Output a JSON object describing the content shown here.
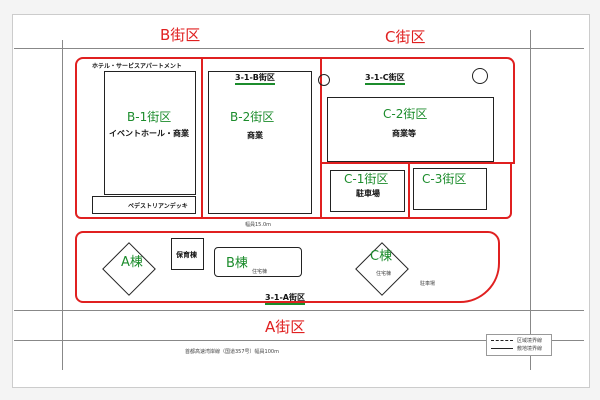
{
  "district_labels": {
    "b": "B街区",
    "c": "C街区",
    "a": "A街区"
  },
  "sub_districts": {
    "b1": "B-1街区",
    "b2": "B-2街区",
    "c1": "C-1街区",
    "c2": "C-2街区",
    "c3": "C-3街区"
  },
  "plan_labels": {
    "b": "3-1-B街区",
    "c": "3-1-C街区",
    "a": "3-1-A街区"
  },
  "uses": {
    "b1": "イベントホール・商業",
    "b2": "商業",
    "c2": "商業等",
    "c1": "駐車場",
    "hotel": "ホテル・サービスアパートメント",
    "deck": "ペデストリアンデッキ",
    "nursery": "保育棟",
    "residence": "住宅棟",
    "parking": "駐車場"
  },
  "buildings": {
    "a": "A棟",
    "b": "B棟",
    "c": "C棟"
  },
  "roads": {
    "middle": "幅員15.0m",
    "bottom": "首都高速湾岸線（国道357号）幅員100m"
  },
  "legend": {
    "dashed": "区域境界線",
    "solid": "敷地境界線"
  },
  "colors": {
    "district": "#e02020",
    "subdistrict": "#1c8c2c"
  }
}
